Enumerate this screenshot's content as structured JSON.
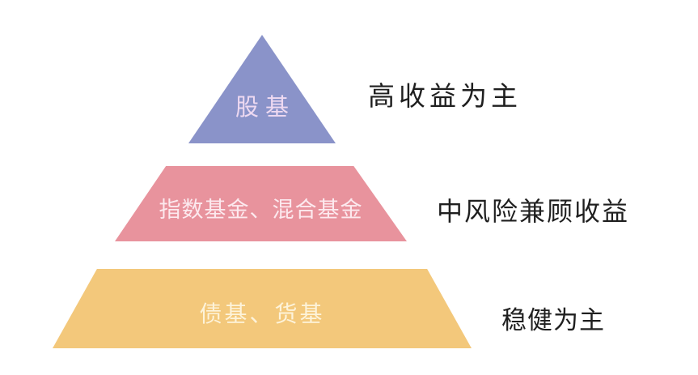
{
  "page": {
    "background": "#ffffff",
    "type": "investment-risk-pyramid"
  },
  "pyramid": {
    "tiers": [
      {
        "position": "top",
        "label": "股基",
        "fill": "#8a93c9",
        "label_color": "#eed9f1",
        "side_label": "高收益为主"
      },
      {
        "position": "middle",
        "label": "指数基金、混合基金",
        "fill": "#e8939d",
        "label_color": "#fce9ee",
        "side_label": "中风险兼顾收益"
      },
      {
        "position": "bottom",
        "label": "债基、货基",
        "fill": "#f3c87b",
        "label_color": "#fdf3da",
        "side_label": "稳健为主"
      }
    ],
    "side_label_color": "#1f1f1f"
  }
}
